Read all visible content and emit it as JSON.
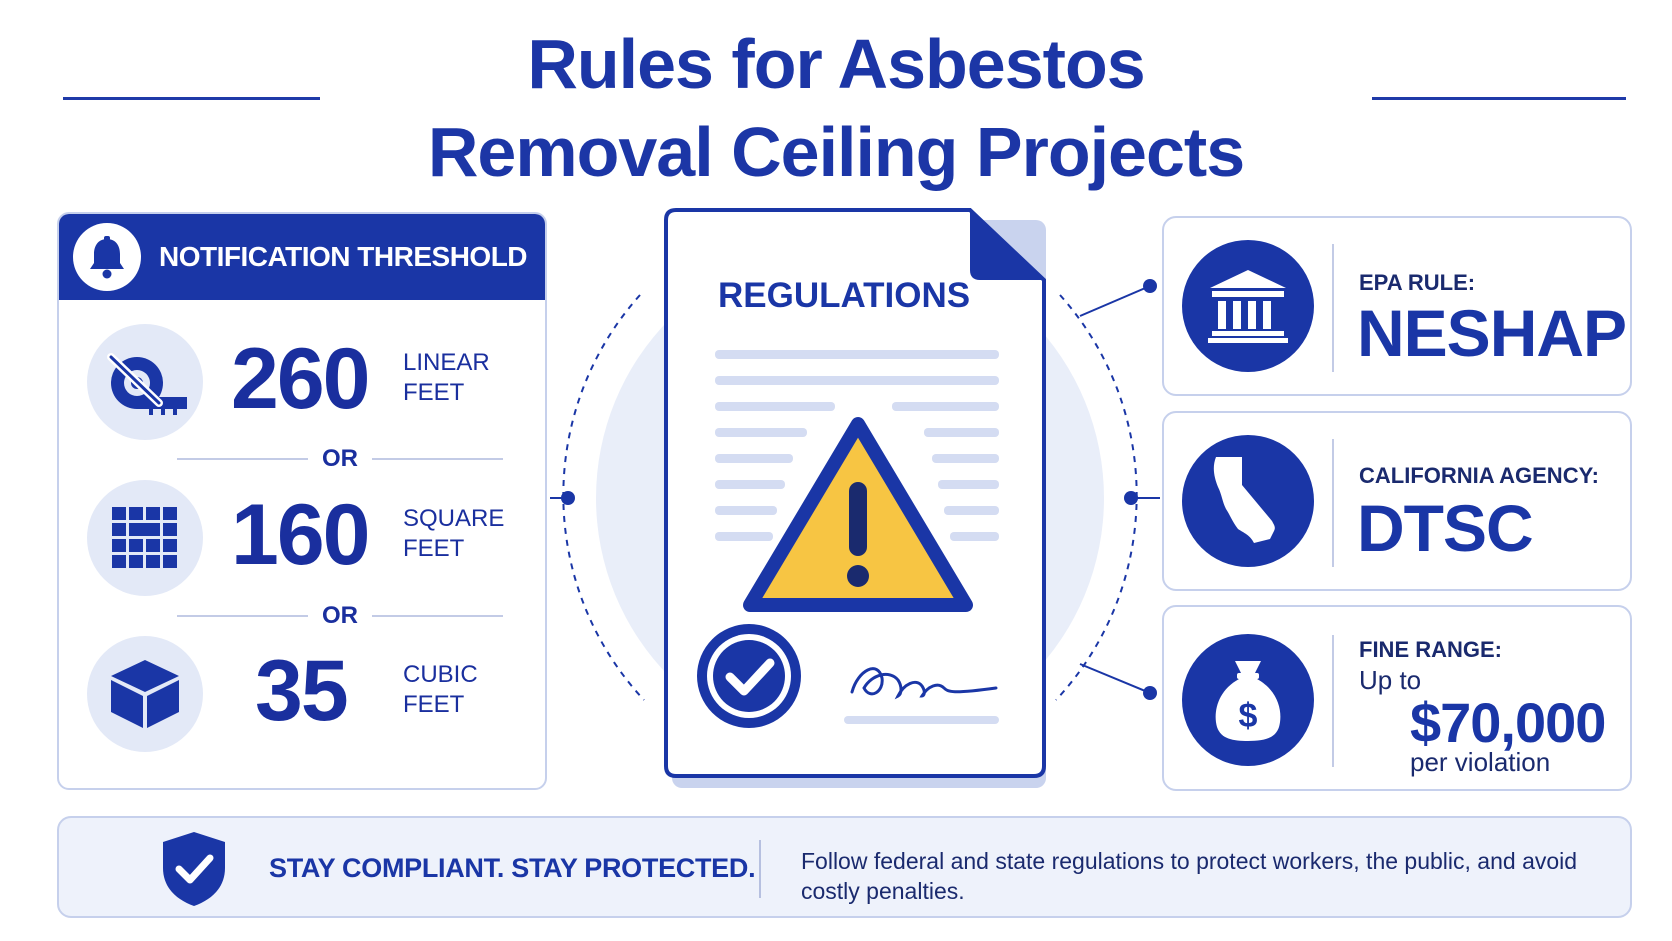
{
  "title": {
    "line1": "Rules for Asbestos",
    "line2": "Removal Ceiling Projects"
  },
  "notification": {
    "header": "NOTIFICATION THRESHOLD",
    "separator": "OR",
    "items": [
      {
        "value": "260",
        "unit_line1": "LINEAR",
        "unit_line2": "FEET",
        "icon": "tape-measure-icon"
      },
      {
        "value": "160",
        "unit_line1": "SQUARE",
        "unit_line2": "FEET",
        "icon": "grid-icon"
      },
      {
        "value": "35",
        "unit_line1": "CUBIC",
        "unit_line2": "FEET",
        "icon": "cube-icon"
      }
    ]
  },
  "document": {
    "heading": "REGULATIONS"
  },
  "cards": {
    "epa": {
      "label": "EPA RULE:",
      "value": "NESHAP",
      "icon": "government-building-icon"
    },
    "california": {
      "label": "CALIFORNIA AGENCY:",
      "value": "DTSC",
      "icon": "california-map-icon"
    },
    "fine": {
      "label": "FINE RANGE:",
      "prefix": "Up to",
      "value": "$70,000",
      "suffix": "per violation",
      "icon": "money-bag-icon"
    }
  },
  "banner": {
    "headline": "STAY COMPLIANT. STAY PROTECTED.",
    "body": "Follow federal and state regulations to protect workers, the public, and avoid costly penalties.",
    "icon": "shield-check-icon"
  },
  "colors": {
    "primary": "#1a36a6",
    "light": "#e3e9f7",
    "warning": "#f7c543",
    "border": "#c6d0ec"
  }
}
